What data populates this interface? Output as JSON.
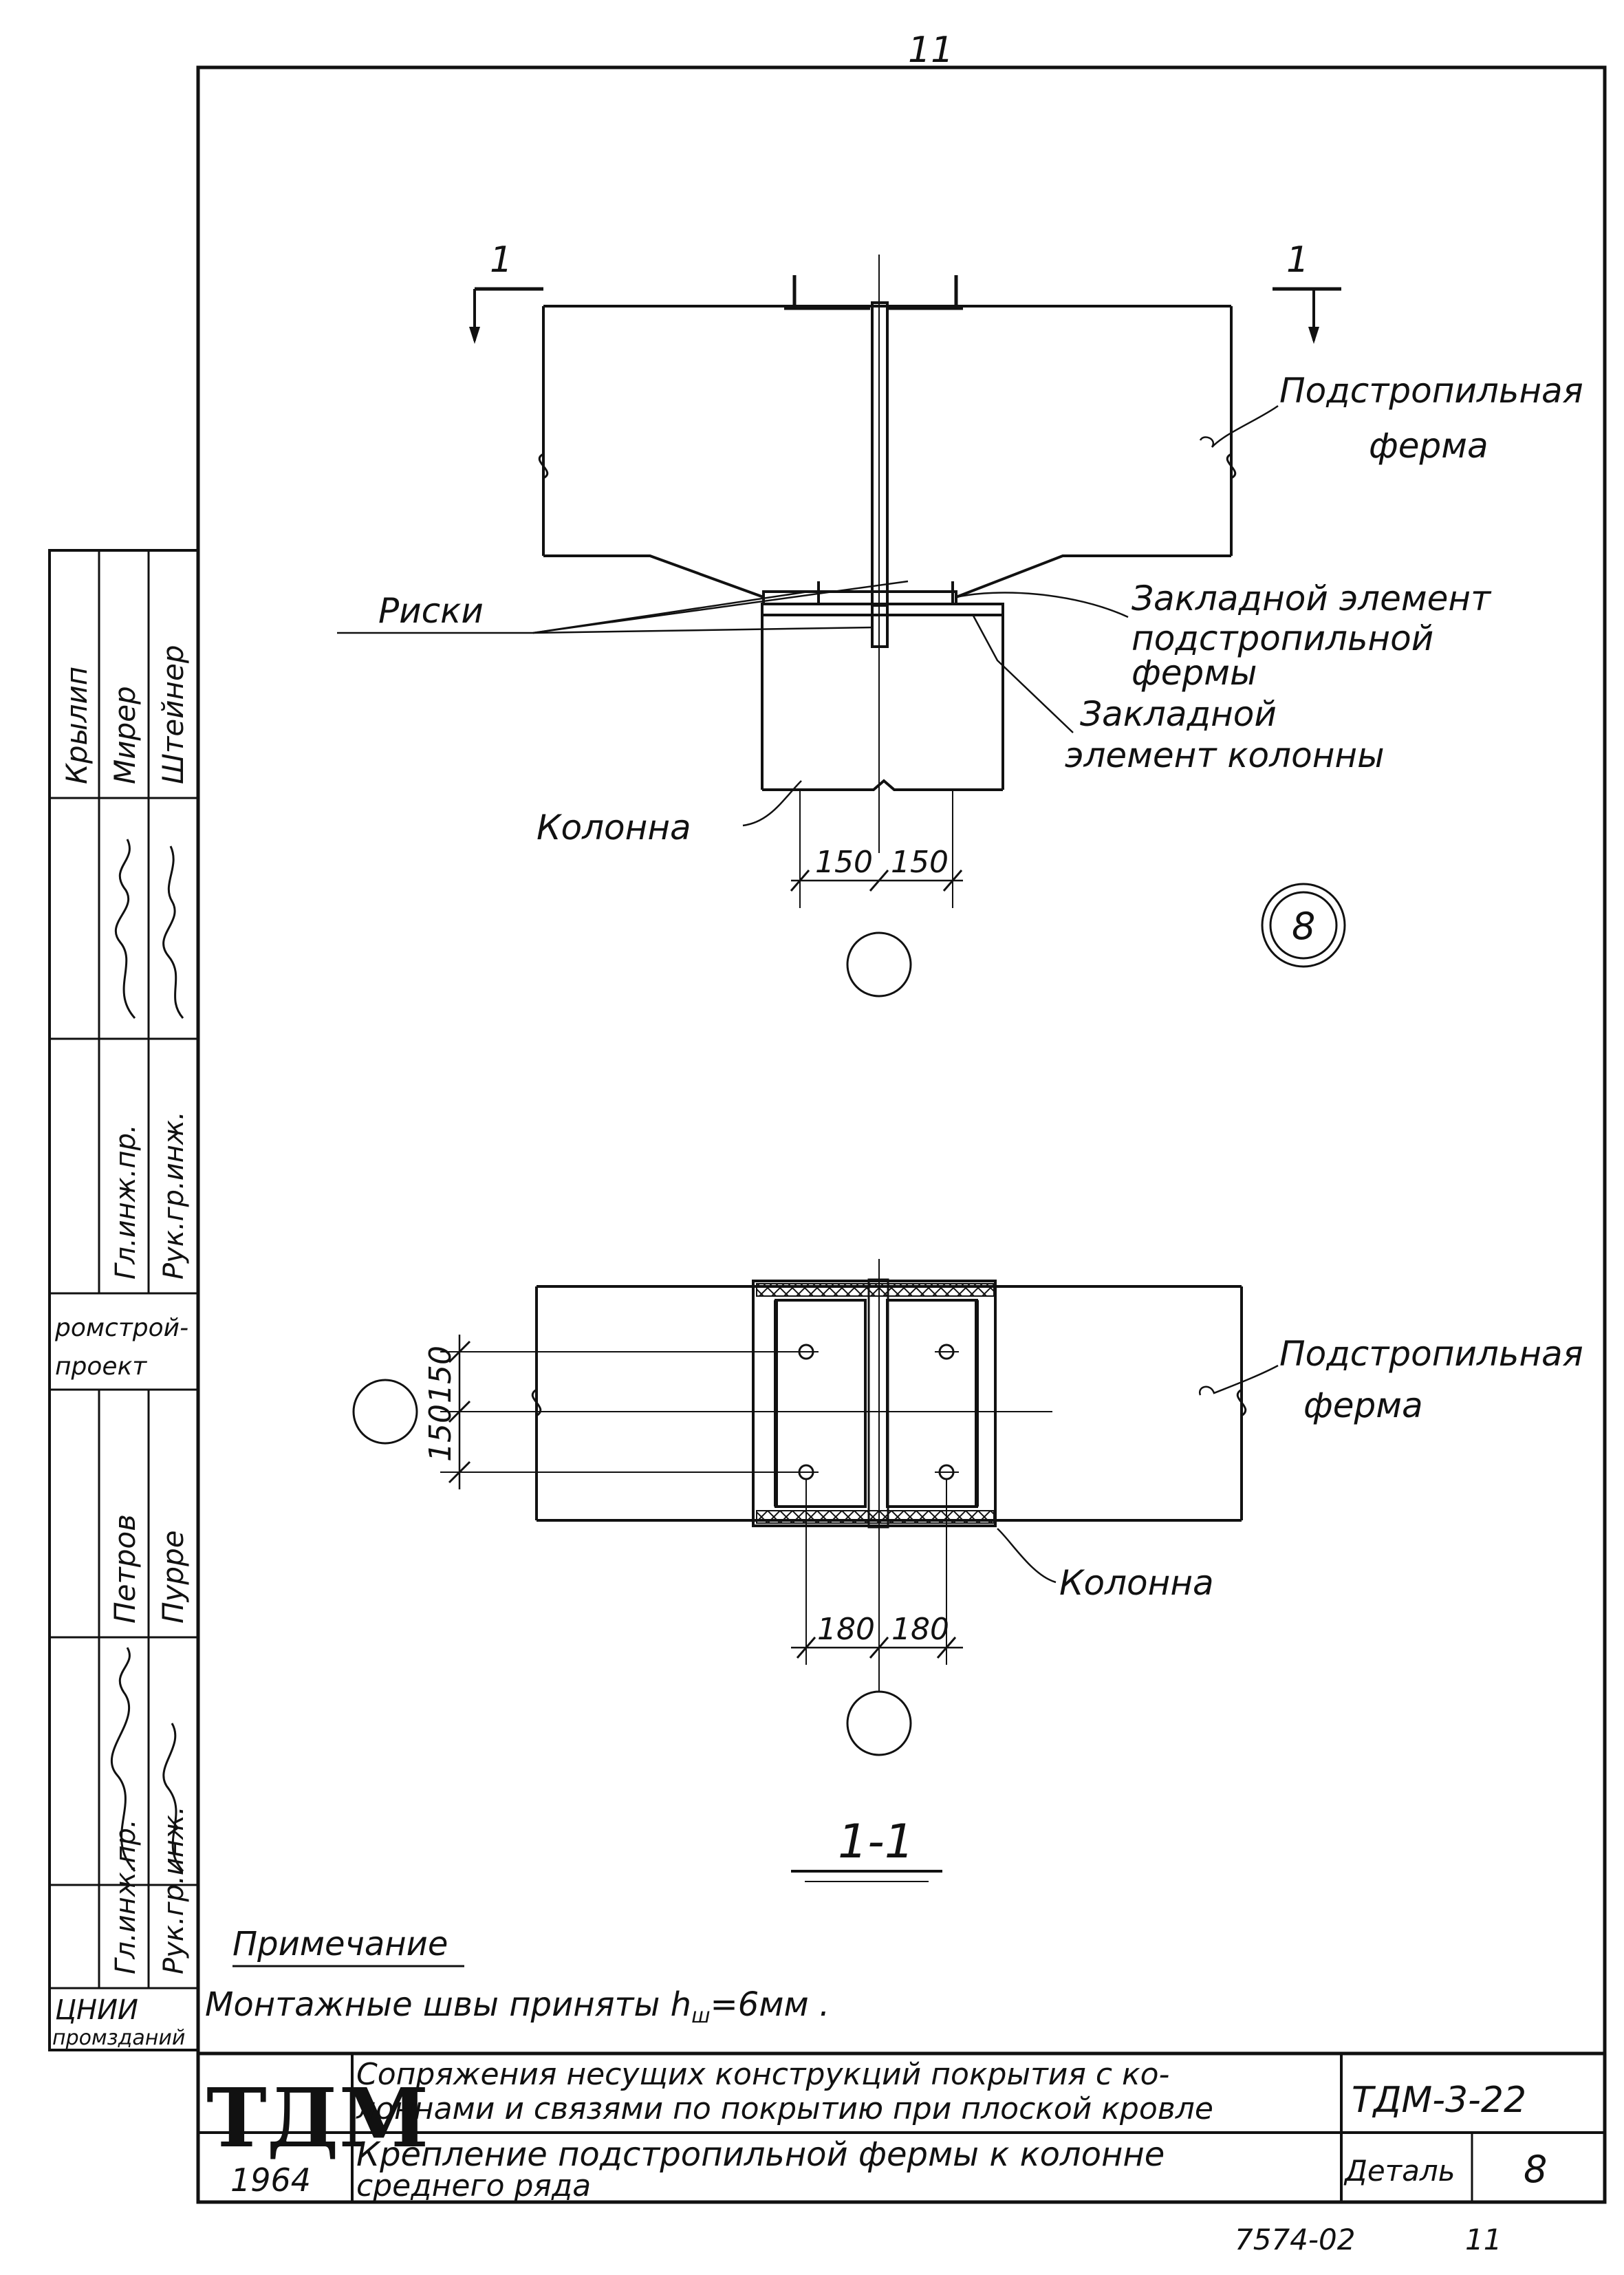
{
  "page_number": "11",
  "section_markers": {
    "left": "1",
    "right": "1"
  },
  "elevation_labels": {
    "truss": [
      "Подстропильная",
      "ферма"
    ],
    "riski": "Риски",
    "truss_embed": [
      "Закладной элемент",
      "подстропильной",
      "фермы"
    ],
    "column_embed": [
      "Закладной",
      "элемент колонны"
    ],
    "column": "Колонна"
  },
  "elevation_dims": [
    "150",
    "150"
  ],
  "detail_number": "8",
  "plan_labels": {
    "truss": [
      "Подстропильная",
      "ферма"
    ],
    "column": "Колонна"
  },
  "plan_dims_vertical": [
    "150",
    "150"
  ],
  "plan_dims_horizontal": [
    "180",
    "180"
  ],
  "section_title": "1-1",
  "note": {
    "title": "Примечание",
    "text": "Монтажные швы приняты h",
    "subscript": "ш",
    "value": "=6мм ."
  },
  "left_stamp": {
    "cells": [
      "Крылип",
      "Мирер",
      "Штейнер",
      "Гл.инж.пр.",
      "Рук.гр.инж.",
      "ромстрой-",
      "проект",
      "Петров",
      "Пурре",
      "Гл.инж.пр.",
      "Рук.гр.инж.",
      "ЦНИИ",
      "промзданий"
    ]
  },
  "title_block": {
    "logo": "ТДМ",
    "year": "1964",
    "series_title": [
      "Сопряжения несущих конструкций покрытия с ко-",
      "лоннами и связями по покрытию при плоской кровле"
    ],
    "series_code": "ТДМ-3-22",
    "sheet_title": [
      "Крепление подстропильной фермы к колонне",
      "среднего ряда"
    ],
    "detail_label": "Деталь",
    "detail_value": "8"
  },
  "archive_code": "7574-02",
  "archive_sheet": "11"
}
